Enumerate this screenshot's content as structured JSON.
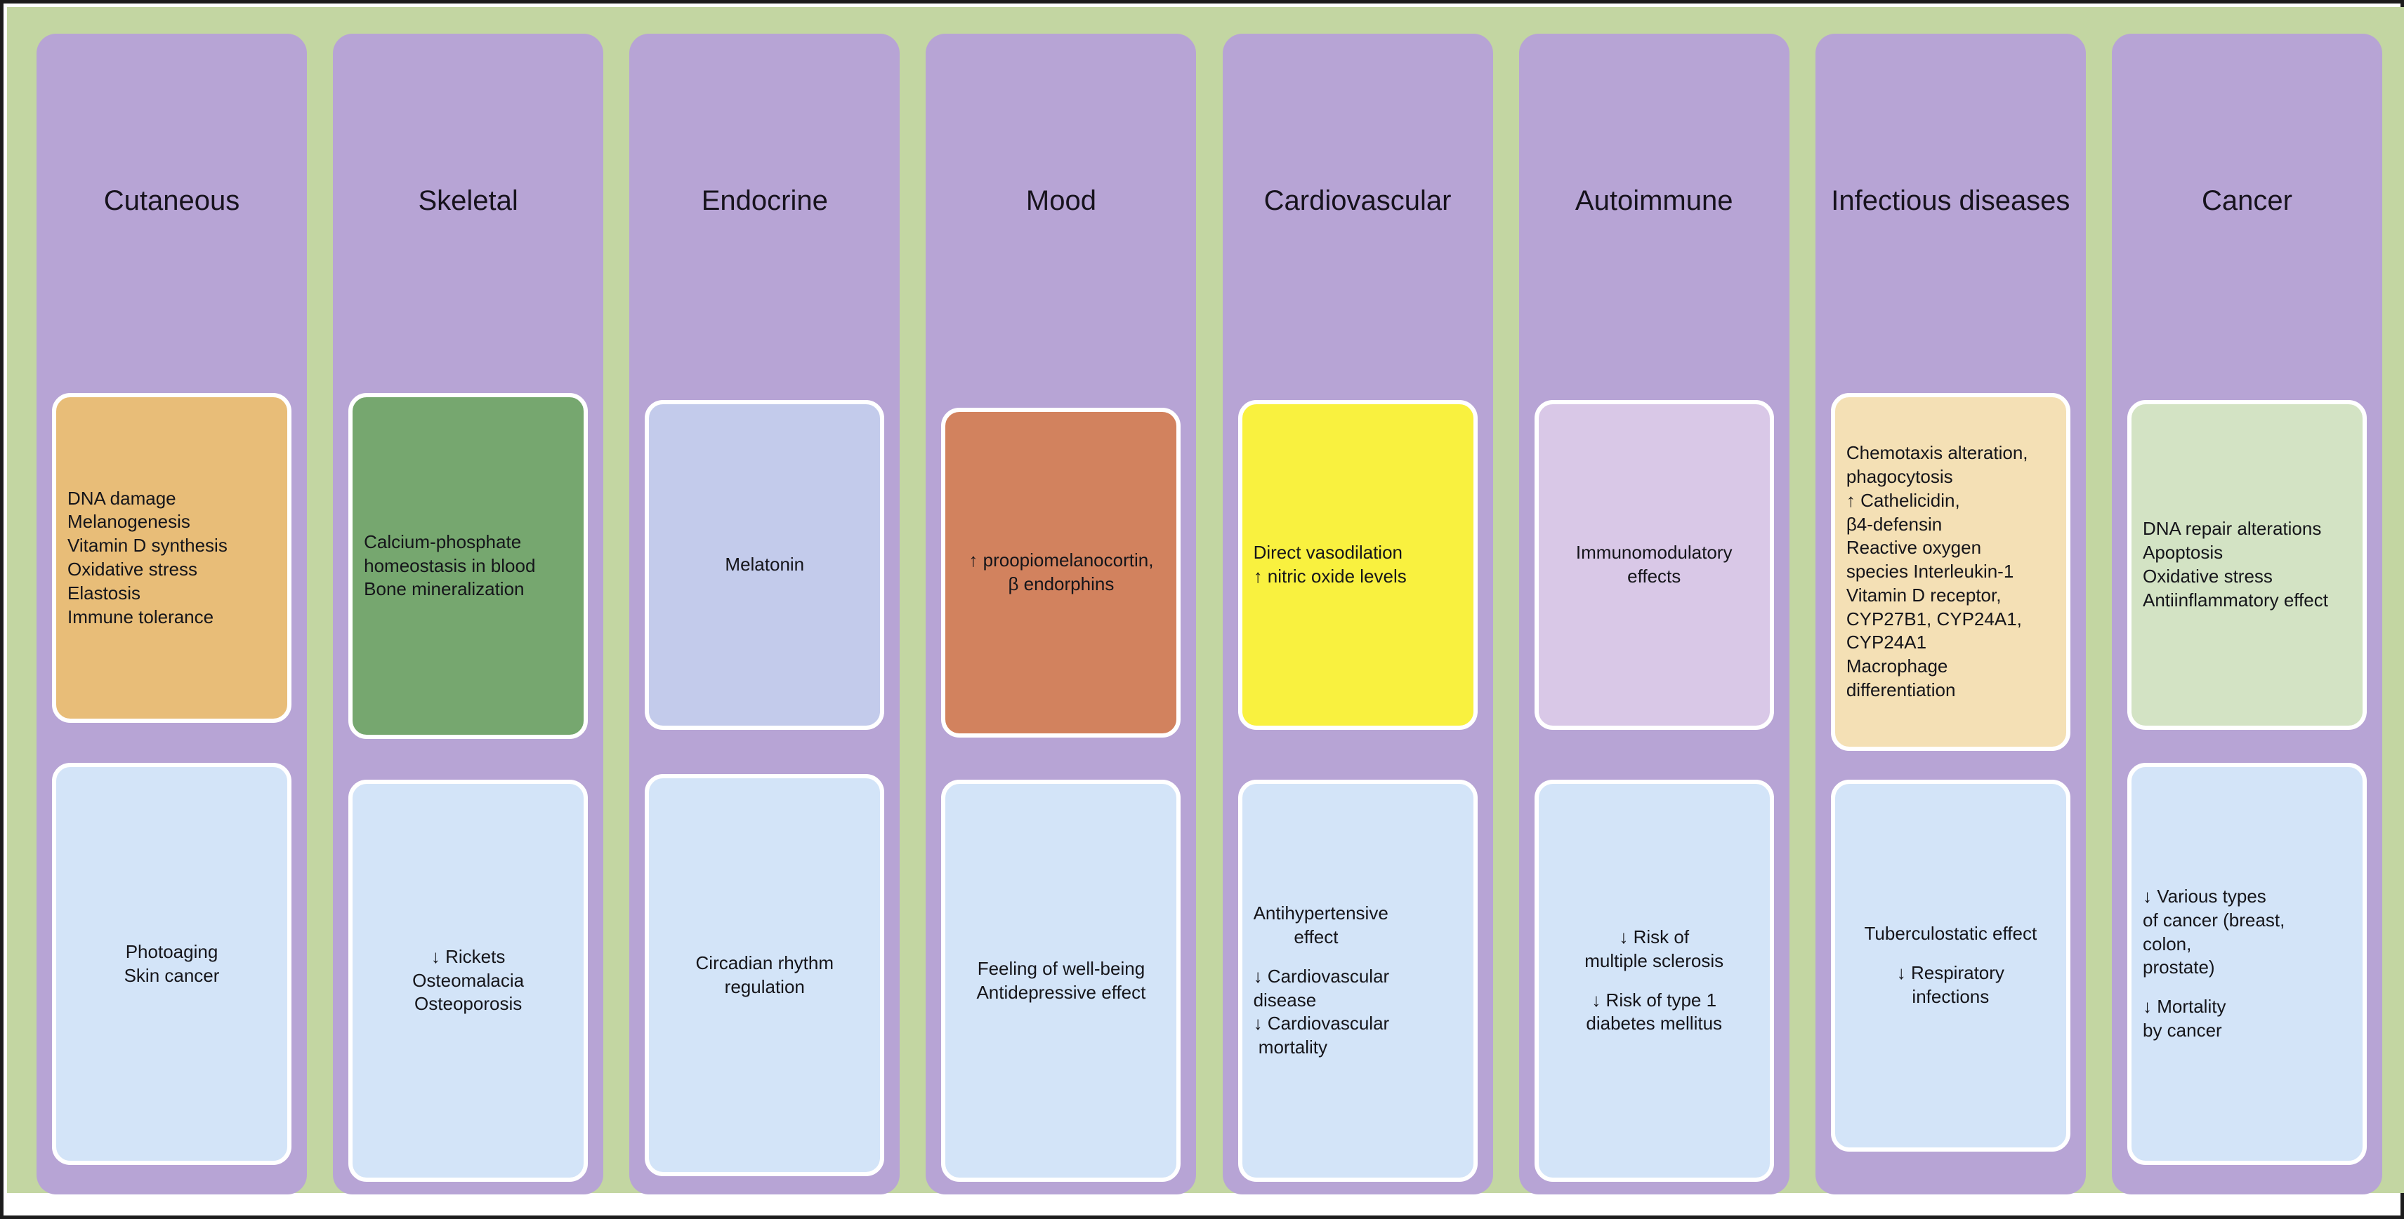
{
  "figure": {
    "background_color": "#c3d6a2",
    "column_color": "#b7a4d5",
    "border_color": "#1c1c1c"
  },
  "columns": [
    {
      "id": "cutaneous",
      "title": "Cutaneous",
      "top_box": {
        "color": "#e8bd78",
        "align": "left",
        "lines": [
          "DNA damage",
          "Melanogenesis",
          "Vitamin D synthesis",
          "Oxidative stress",
          "Elastosis",
          "Immune tolerance"
        ]
      },
      "bottom_box": {
        "color": "#d3e4f8",
        "align": "center",
        "lines": [
          "Photoaging",
          "Skin cancer"
        ]
      }
    },
    {
      "id": "skeletal",
      "title": "Skeletal",
      "top_box": {
        "color": "#76a76f",
        "align": "left",
        "lines": [
          "Calcium-phosphate",
          "homeostasis in blood",
          "Bone mineralization"
        ]
      },
      "bottom_box": {
        "color": "#d3e4f8",
        "align": "center",
        "lines": [
          "↓ Rickets",
          "Osteomalacia",
          "Osteoporosis"
        ]
      }
    },
    {
      "id": "endocrine",
      "title": "Endocrine",
      "top_box": {
        "color": "#c3cbeb",
        "align": "center",
        "lines": [
          "Melatonin"
        ]
      },
      "bottom_box": {
        "color": "#d3e4f8",
        "align": "center",
        "lines": [
          "Circadian rhythm",
          "regulation"
        ]
      }
    },
    {
      "id": "mood",
      "title": "Mood",
      "top_box": {
        "color": "#d2825e",
        "align": "center",
        "lines": [
          "↑ proopiomelanocortin,",
          "β endorphins"
        ]
      },
      "bottom_box": {
        "color": "#d3e4f8",
        "align": "center",
        "lines": [
          "Feeling of well-being",
          "Antidepressive effect"
        ]
      }
    },
    {
      "id": "cardiovascular",
      "title": "Cardiovascular",
      "top_box": {
        "color": "#f9f13f",
        "align": "left",
        "lines": [
          "Direct vasodilation",
          "↑ nitric oxide levels"
        ]
      },
      "bottom_box": {
        "color": "#d3e4f8",
        "align": "left",
        "lines": [
          "Antihypertensive",
          "        effect",
          "",
          "↓ Cardiovascular",
          "disease",
          "↓ Cardiovascular",
          " mortality"
        ]
      }
    },
    {
      "id": "autoimmune",
      "title": "Autoimmune",
      "top_box": {
        "color": "#d9c8e7",
        "align": "center",
        "lines": [
          "Immunomodulatory",
          "effects"
        ]
      },
      "bottom_box": {
        "color": "#d3e4f8",
        "align": "center",
        "lines": [
          "↓ Risk of",
          "multiple sclerosis",
          "",
          "↓ Risk of type 1",
          "diabetes mellitus"
        ]
      }
    },
    {
      "id": "infectious-diseases",
      "title": "Infectious diseases",
      "top_box": {
        "color": "#f4e0b5",
        "align": "left",
        "lines": [
          "Chemotaxis alteration,",
          "phagocytosis",
          "↑ Cathelicidin,",
          "β4-defensin",
          "Reactive oxygen",
          "species Interleukin-1",
          "Vitamin D receptor,",
          "CYP27B1, CYP24A1,",
          "CYP24A1",
          "Macrophage",
          "differentiation"
        ]
      },
      "bottom_box": {
        "color": "#d3e4f8",
        "align": "center",
        "lines": [
          "Tuberculostatic effect",
          "",
          "↓ Respiratory",
          "infections"
        ]
      }
    },
    {
      "id": "cancer",
      "title": "Cancer",
      "top_box": {
        "color": "#d3e3c4",
        "align": "left",
        "lines": [
          "DNA repair alterations",
          "Apoptosis",
          "Oxidative stress",
          "Antiinflammatory effect"
        ]
      },
      "bottom_box": {
        "color": "#d3e4f8",
        "align": "left",
        "lines": [
          "↓ Various types",
          "of cancer (breast,",
          "colon,",
          "prostate)",
          "",
          "↓ Mortality",
          "by cancer"
        ]
      }
    }
  ]
}
